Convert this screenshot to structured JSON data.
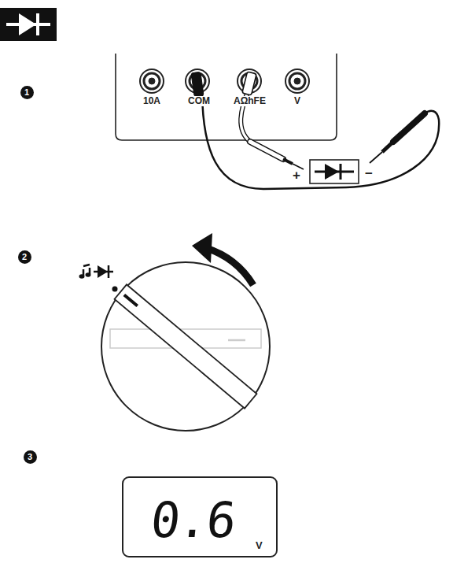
{
  "diagram": {
    "nodes": [
      {
        "text": [
          "1"
        ]
      },
      {
        "text": [
          "2"
        ]
      },
      {
        "text": [
          "3"
        ]
      },
      {
        "text": [
          "0.6",
          "V"
        ]
      }
    ],
    "labels": [
      "10A",
      "COM",
      "AΩhFE",
      "V",
      "+",
      "−"
    ]
  }
}
